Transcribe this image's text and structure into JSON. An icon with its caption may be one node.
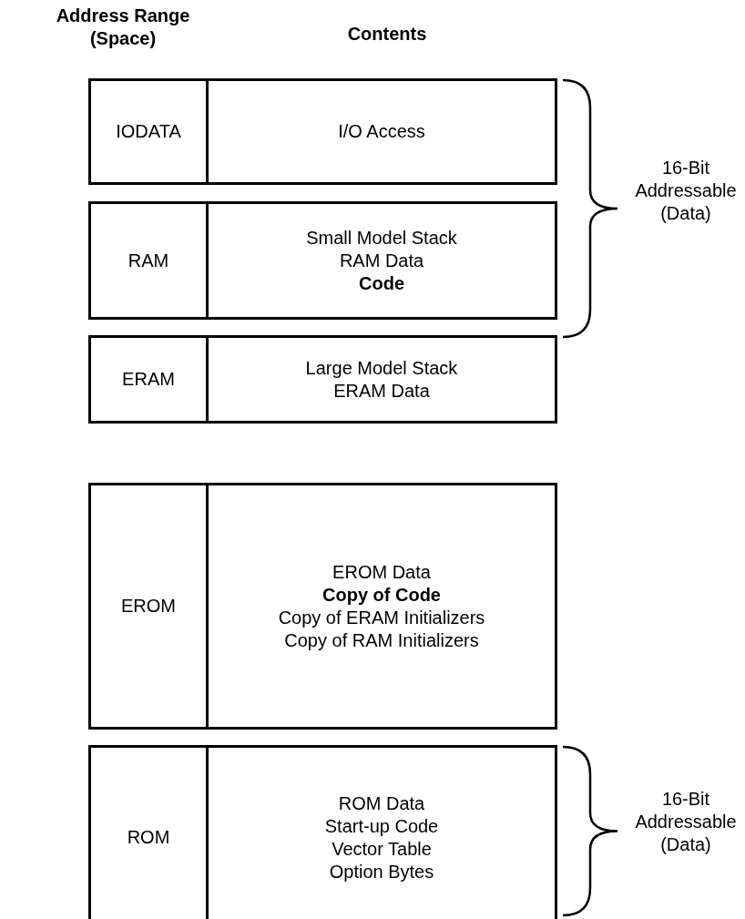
{
  "diagram": {
    "nodes": [
      {
        "text": [
          "IODATA",
          "I/O Access"
        ]
      },
      {
        "text": [
          "RAM",
          "Small Model Stack",
          "RAM Data",
          "**Code**"
        ]
      },
      {
        "text": [
          "ERAM",
          "Large Model Stack",
          "ERAM Data"
        ]
      },
      {
        "text": [
          "EROM",
          "EROM Data",
          "**Copy of Code**",
          "Copy of ERAM Initializers",
          "Copy of RAM Initializers"
        ]
      },
      {
        "text": [
          "ROM",
          "ROM Data",
          "Start-up Code",
          "Vector Table",
          "Option Bytes"
        ]
      }
    ],
    "labels": [
      "Address Range (Space)",
      "Contents",
      "16-Bit Addressable (Data)",
      "16-Bit Addressable (Data)"
    ]
  }
}
